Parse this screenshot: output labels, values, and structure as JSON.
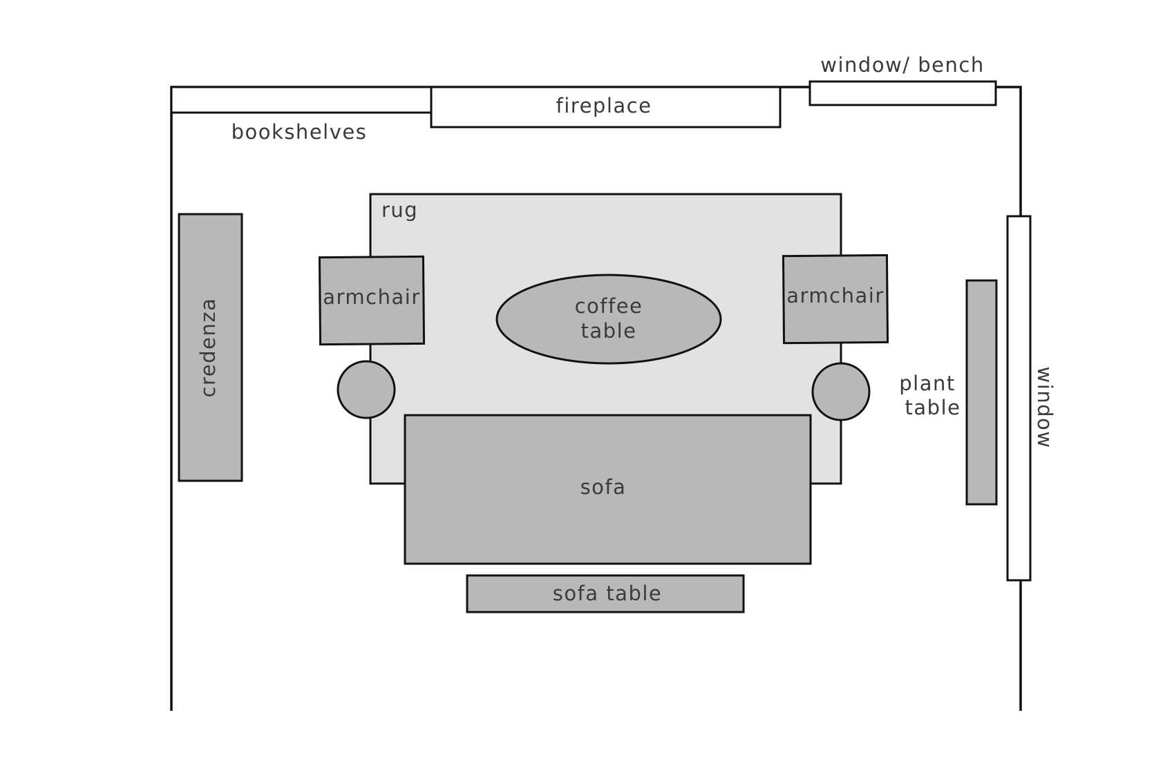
{
  "colors": {
    "wall": "#111111",
    "furniture_fill": "#b8b8b8",
    "rug_fill": "#e2e2e2",
    "fixture_fill": "#ffffff",
    "label": "#3a3a3a"
  },
  "labels": {
    "window_bench": "window/ bench",
    "fireplace": "fireplace",
    "bookshelves": "bookshelves",
    "rug": "rug",
    "credenza": "credenza",
    "armchair_left": "armchair",
    "armchair_right": "armchair",
    "coffee_table_line1": "coffee",
    "coffee_table_line2": "table",
    "sofa": "sofa",
    "sofa_table": "sofa table",
    "plant_table_line1": "plant",
    "plant_table_line2": "table",
    "window": "window"
  }
}
